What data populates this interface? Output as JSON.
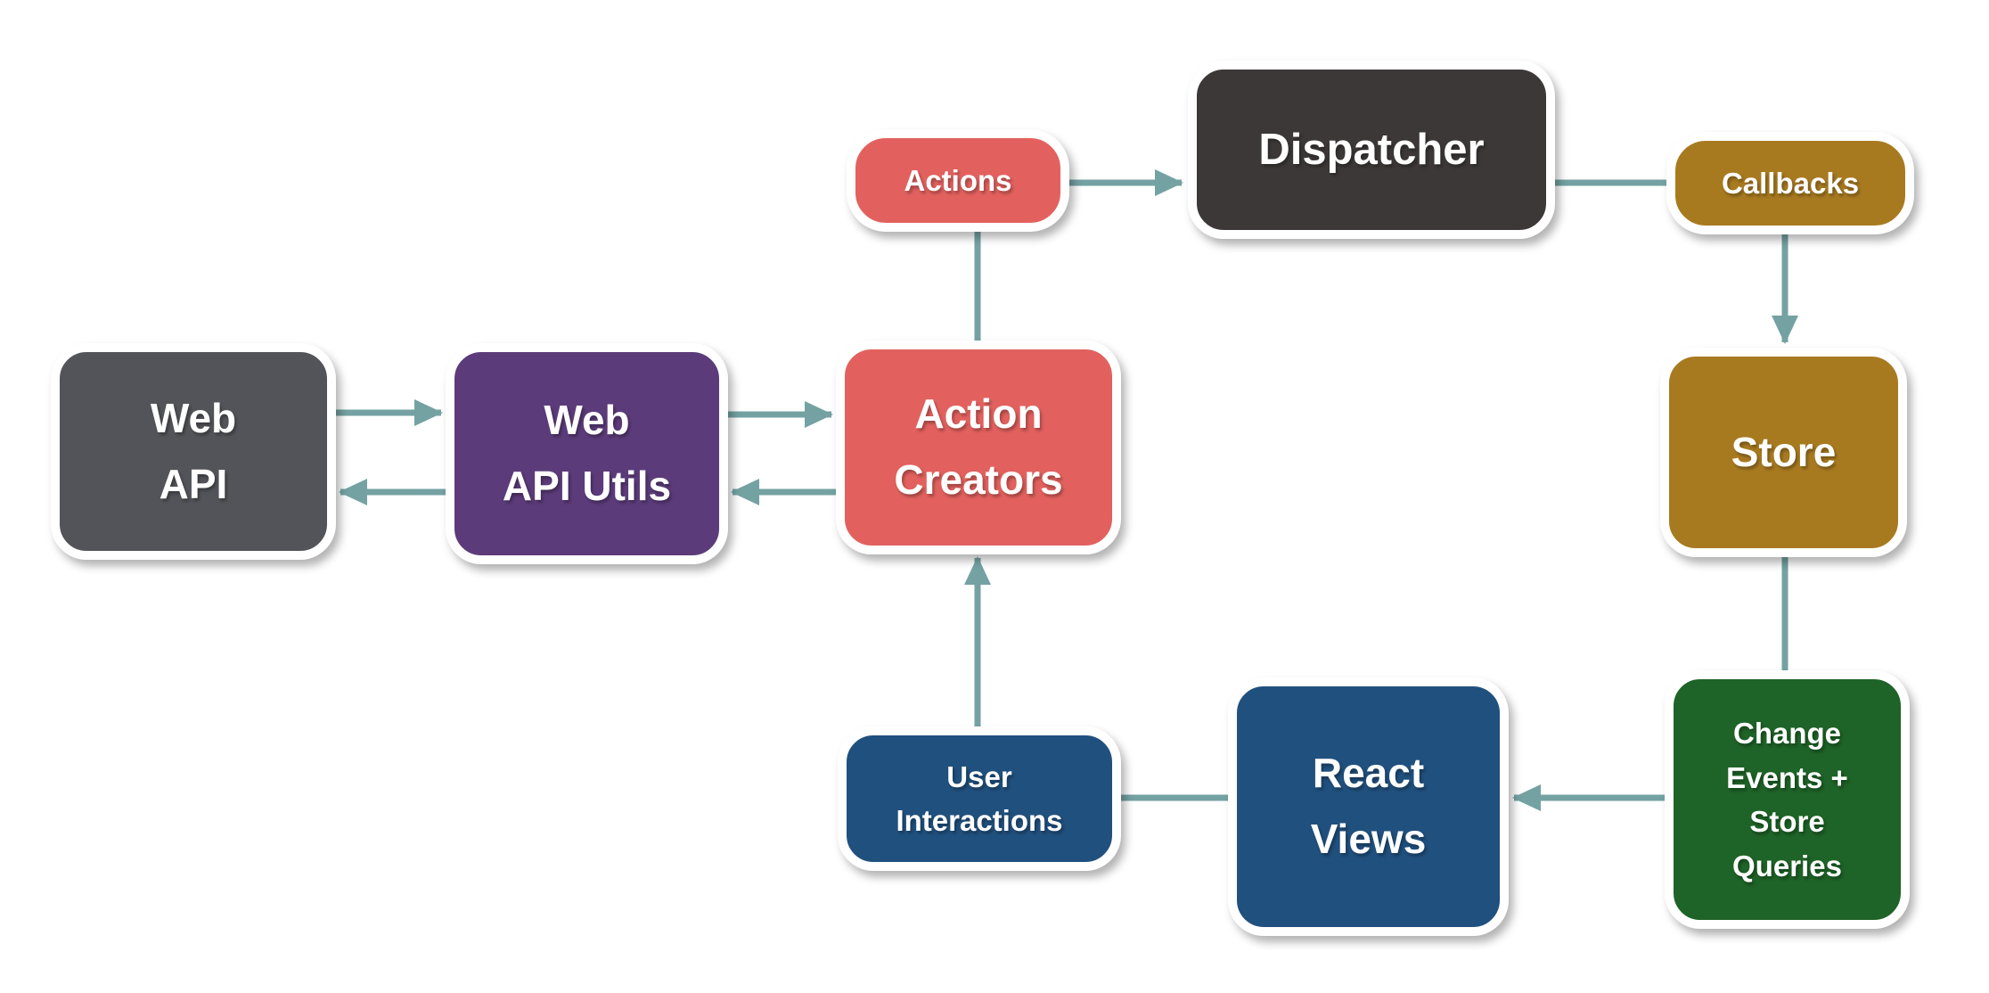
{
  "palette": {
    "background": "#ffffff",
    "connector": "#74a2a3",
    "box_border": "#ffffff",
    "label_text": "#ffffff"
  },
  "nodes": {
    "web_api": {
      "label": "Web\nAPI",
      "fill": "#535459"
    },
    "web_api_utils": {
      "label": "Web\nAPI Utils",
      "fill": "#5c3b7a"
    },
    "action_creators": {
      "label": "Action\nCreators",
      "fill": "#e2615e"
    },
    "actions": {
      "label": "Actions",
      "fill": "#e2615e"
    },
    "dispatcher": {
      "label": "Dispatcher",
      "fill": "#3c3838"
    },
    "callbacks": {
      "label": "Callbacks",
      "fill": "#a87a20"
    },
    "store": {
      "label": "Store",
      "fill": "#a87a20"
    },
    "change_events": {
      "label": "Change\nEvents +\nStore\nQueries",
      "fill": "#1e6327"
    },
    "react_views": {
      "label": "React\nViews",
      "fill": "#20507e"
    },
    "user_interactions": {
      "label": "User\nInteractions",
      "fill": "#20507e"
    }
  },
  "edges": [
    {
      "from": "web_api",
      "to": "web_api_utils",
      "arrowhead": true
    },
    {
      "from": "web_api_utils",
      "to": "web_api",
      "arrowhead": true
    },
    {
      "from": "web_api_utils",
      "to": "action_creators",
      "arrowhead": true
    },
    {
      "from": "action_creators",
      "to": "web_api_utils",
      "arrowhead": true
    },
    {
      "from": "action_creators",
      "to": "actions",
      "arrowhead": false
    },
    {
      "from": "actions",
      "to": "dispatcher",
      "arrowhead": true
    },
    {
      "from": "dispatcher",
      "to": "callbacks",
      "arrowhead": false
    },
    {
      "from": "callbacks",
      "to": "store",
      "arrowhead": true
    },
    {
      "from": "store",
      "to": "change_events",
      "arrowhead": false
    },
    {
      "from": "change_events",
      "to": "react_views",
      "arrowhead": true
    },
    {
      "from": "react_views",
      "to": "user_interactions",
      "arrowhead": false
    },
    {
      "from": "user_interactions",
      "to": "action_creators",
      "arrowhead": true
    }
  ]
}
